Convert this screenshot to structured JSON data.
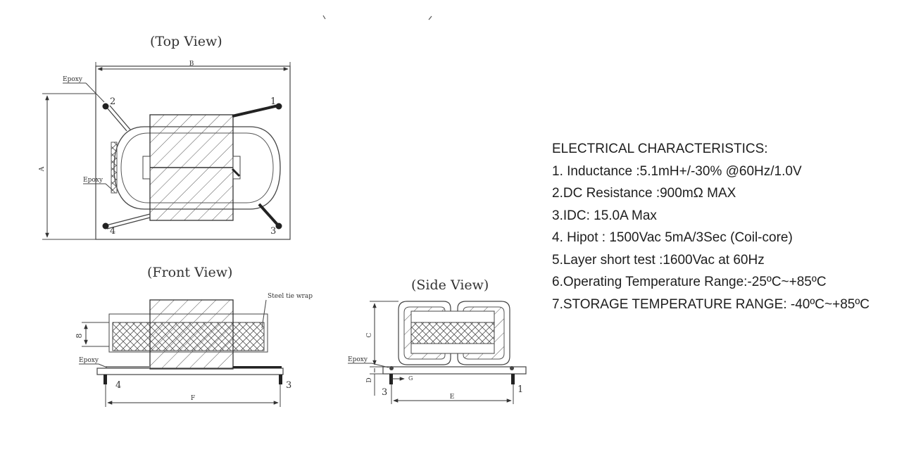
{
  "views": {
    "top_title": "(Top View)",
    "front_title": "(Front View)",
    "side_title": "(Side View)"
  },
  "labels": {
    "dim_b": "B",
    "dim_a": "A",
    "dim_8": "8",
    "dim_f": "F",
    "dim_c": "C",
    "dim_d": "D",
    "dim_g": "G",
    "dim_e": "E",
    "epoxy": "Epoxy",
    "steel_tie_wrap": "Steel tie wrap",
    "pin_1": "1",
    "pin_2": "2",
    "pin_3": "3",
    "pin_4": "4"
  },
  "specs": {
    "heading": "ELECTRICAL CHARACTERISTICS:",
    "items": [
      "1. Inductance :5.1mH+/-30% @60Hz/1.0V",
      "2.DC Resistance :900mΩ MAX",
      "3.IDC: 15.0A Max",
      "4. Hipot : 1500Vac 5mA/3Sec (Coil-core)",
      "5.Layer short test :1600Vac at 60Hz",
      "6.Operating Temperature Range:-25ºC~+85ºC",
      "7.STORAGE TEMPERATURE RANGE: -40ºC~+85ºC"
    ]
  }
}
